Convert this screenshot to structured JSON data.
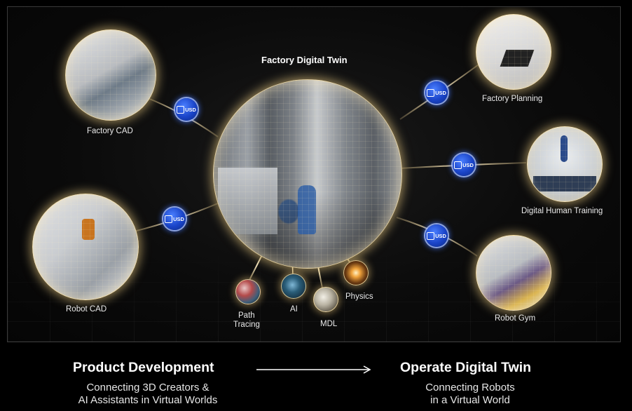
{
  "center": {
    "title": "Factory Digital Twin"
  },
  "usd_badge": {
    "text": "USD"
  },
  "nodes": {
    "factory_cad": "Factory CAD",
    "robot_cad": "Robot CAD",
    "factory_planning": "Factory Planning",
    "digital_human_training": "Digital Human Training",
    "robot_gym": "Robot Gym"
  },
  "technologies": {
    "path_tracing": [
      "Path",
      "Tracing"
    ],
    "ai": "AI",
    "mdl": "MDL",
    "physics": "Physics"
  },
  "bottom": {
    "left_title": "Product Development",
    "left_sub": [
      "Connecting 3D Creators &",
      "AI Assistants in Virtual Worlds"
    ],
    "right_title": "Operate Digital Twin",
    "right_sub": [
      "Connecting Robots",
      "in a Virtual World"
    ]
  },
  "colors": {
    "usd_blue": "#1a44c8",
    "glow": "#ffd98a",
    "background": "#000000"
  }
}
